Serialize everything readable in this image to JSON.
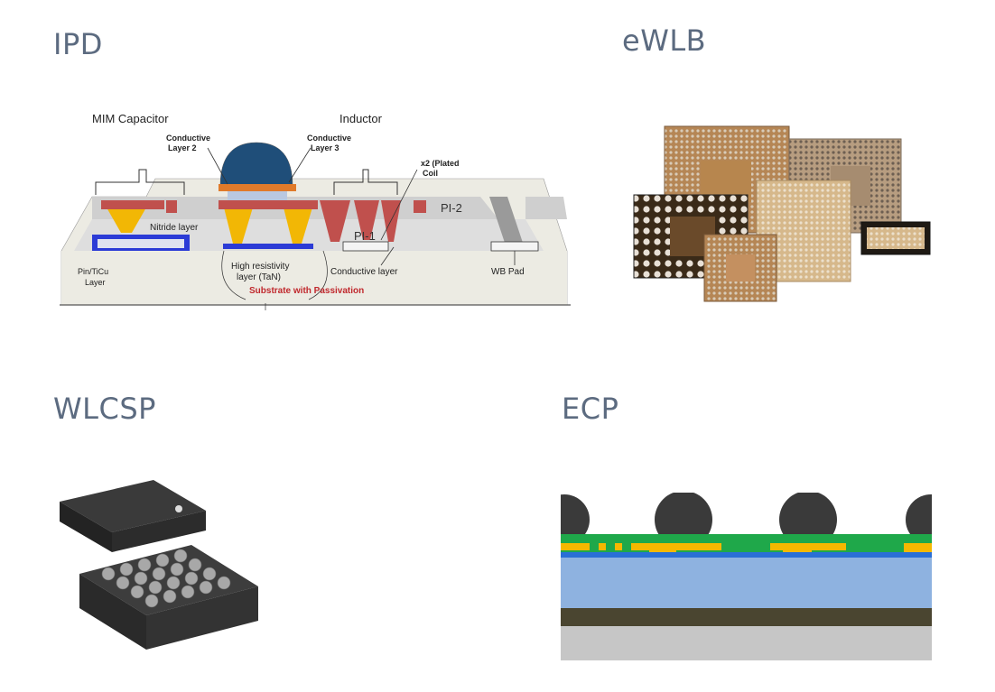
{
  "sections": [
    {
      "title": "IPD"
    },
    {
      "title": "eWLB"
    },
    {
      "title": "WLCSP"
    },
    {
      "title": "ECP"
    }
  ],
  "ipd_diagram": {
    "labels": {
      "mim_capacitor": "MIM Capacitor",
      "inductor": "Inductor",
      "conductive_layer_2": "Conductive\nLayer 2",
      "conductive_layer_3": "Conductive\nLayer 3",
      "plated_coil": "x2 (Plated\nCoil",
      "pi_2": "PI-2",
      "pi_1": "PI-1",
      "nitride_layer": "Nitride layer",
      "tin_layer": "Pin/TiCu\nLayer",
      "high_resistivity": "High resistivity\nlayer (TaN)",
      "conductive_layer": "Conductive layer",
      "wb_pad": "WB Pad",
      "substrate": "Substrate with Passivation"
    },
    "colors": {
      "bump": "#1f4e79",
      "metal": "#c0504d",
      "gold": "#f2b705",
      "blue": "#2b3bd6",
      "substrate": "#ecebe3",
      "pi": "#d0d0d0"
    }
  },
  "ecp_colors": {
    "ball": "#3a3a3a",
    "green": "#1fa84a",
    "yellow": "#f5b800",
    "blue_line": "#2a6fd6",
    "silicon": "#8eb2e0",
    "dark": "#4a4530",
    "base": "#c6c6c6"
  }
}
